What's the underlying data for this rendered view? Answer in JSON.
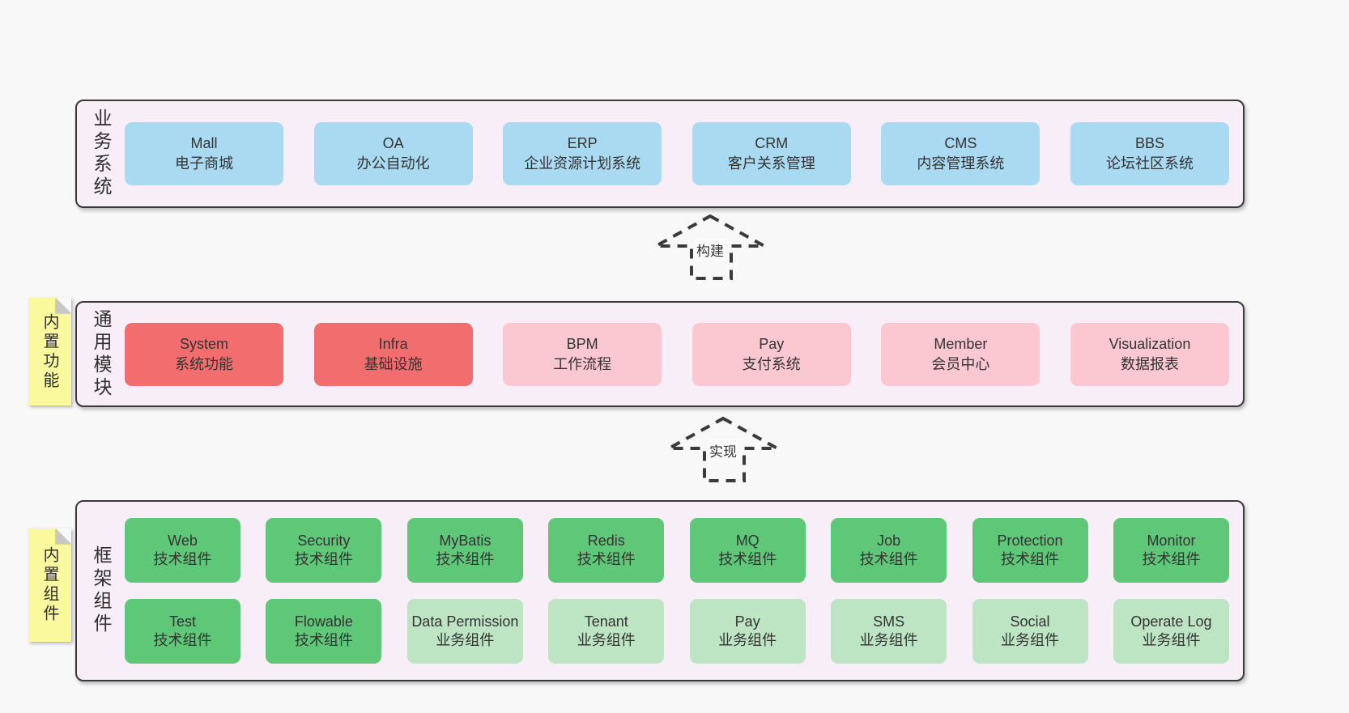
{
  "colors": {
    "page_bg": "#f8f8f8",
    "panel_bg": "#f8eef7",
    "line": "#3a3a3a",
    "blue": "#a9daf2",
    "red": "#f26d6e",
    "pink": "#fbc7d1",
    "green_dark": "#5fc878",
    "green_light": "#bde5c4",
    "note_yellow": "#fbf99d"
  },
  "arrows": {
    "build": {
      "label": "构建"
    },
    "implement": {
      "label": "实现"
    }
  },
  "sections": {
    "business": {
      "label": "业务系统",
      "items": [
        {
          "name": "Mall",
          "desc": "电子商城"
        },
        {
          "name": "OA",
          "desc": "办公自动化"
        },
        {
          "name": "ERP",
          "desc": "企业资源计划系统"
        },
        {
          "name": "CRM",
          "desc": "客户关系管理"
        },
        {
          "name": "CMS",
          "desc": "内容管理系统"
        },
        {
          "name": "BBS",
          "desc": "论坛社区系统"
        }
      ]
    },
    "modules": {
      "label": "通用模块",
      "note": "内置功能",
      "items": [
        {
          "name": "System",
          "desc": "系统功能",
          "variant": "red"
        },
        {
          "name": "Infra",
          "desc": "基础设施",
          "variant": "red"
        },
        {
          "name": "BPM",
          "desc": "工作流程",
          "variant": "pink"
        },
        {
          "name": "Pay",
          "desc": "支付系统",
          "variant": "pink"
        },
        {
          "name": "Member",
          "desc": "会员中心",
          "variant": "pink"
        },
        {
          "name": "Visualization",
          "desc": "数据报表",
          "variant": "pink"
        }
      ]
    },
    "components": {
      "label": "框架组件",
      "note": "内置组件",
      "row1": [
        {
          "name": "Web",
          "desc": "技术组件",
          "variant": "dark"
        },
        {
          "name": "Security",
          "desc": "技术组件",
          "variant": "dark"
        },
        {
          "name": "MyBatis",
          "desc": "技术组件",
          "variant": "dark"
        },
        {
          "name": "Redis",
          "desc": "技术组件",
          "variant": "dark"
        },
        {
          "name": "MQ",
          "desc": "技术组件",
          "variant": "dark"
        },
        {
          "name": "Job",
          "desc": "技术组件",
          "variant": "dark"
        },
        {
          "name": "Protection",
          "desc": "技术组件",
          "variant": "dark"
        },
        {
          "name": "Monitor",
          "desc": "技术组件",
          "variant": "dark"
        }
      ],
      "row2": [
        {
          "name": "Test",
          "desc": "技术组件",
          "variant": "dark"
        },
        {
          "name": "Flowable",
          "desc": "技术组件",
          "variant": "dark"
        },
        {
          "name": "Data Permission",
          "desc": "业务组件",
          "variant": "light"
        },
        {
          "name": "Tenant",
          "desc": "业务组件",
          "variant": "light"
        },
        {
          "name": "Pay",
          "desc": "业务组件",
          "variant": "light"
        },
        {
          "name": "SMS",
          "desc": "业务组件",
          "variant": "light"
        },
        {
          "name": "Social",
          "desc": "业务组件",
          "variant": "light"
        },
        {
          "name": "Operate Log",
          "desc": "业务组件",
          "variant": "light"
        }
      ]
    }
  }
}
